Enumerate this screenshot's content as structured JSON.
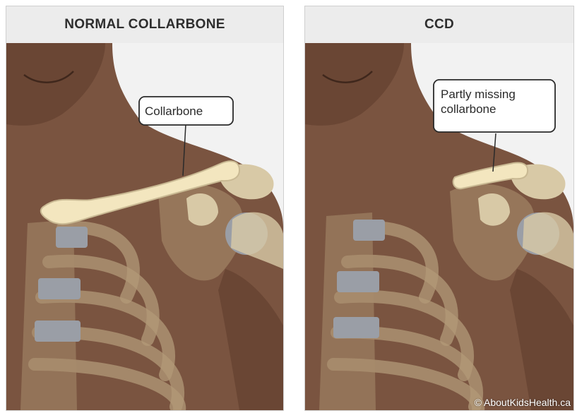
{
  "left_panel": {
    "title": "NORMAL COLLARBONE",
    "callout": "Collarbone"
  },
  "right_panel": {
    "title": "CCD",
    "callout_line1": "Partly missing",
    "callout_line2": "collarbone",
    "credit": "© AboutKidsHealth.ca"
  },
  "colors": {
    "skin": "#7a5440",
    "skin_shadow": "#6a4634",
    "bone": "#f3e6bf",
    "bone_shadow": "#c9b993",
    "cartilage": "#9a9ea6",
    "header_bg": "#ececec"
  }
}
